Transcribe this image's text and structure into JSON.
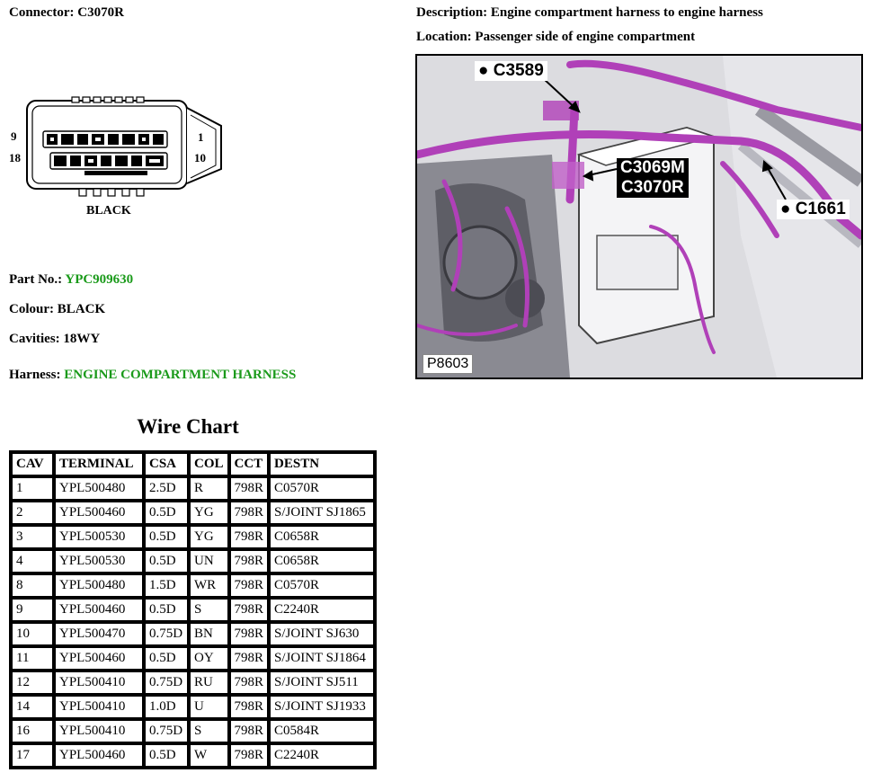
{
  "connector": {
    "label": "Connector:",
    "value": "C3070R"
  },
  "description": {
    "label": "Description:",
    "value": "Engine compartment harness to engine harness"
  },
  "location": {
    "label": "Location:",
    "value": "Passenger side of engine compartment"
  },
  "diagram": {
    "pin_9": "9",
    "pin_18": "18",
    "pin_1": "1",
    "pin_10": "10",
    "colour_text": "BLACK"
  },
  "part_no": {
    "label": "Part No.:",
    "value": "YPC909630"
  },
  "colour": {
    "label": "Colour:",
    "value": "BLACK"
  },
  "cavities": {
    "label": "Cavities:",
    "value": "18WY"
  },
  "harness": {
    "label": "Harness:",
    "value": "ENGINE COMPARTMENT HARNESS"
  },
  "photo": {
    "callout_c3589": "C3589",
    "callout_c3069m": "C3069M",
    "callout_c3070r": "C3070R",
    "callout_c1661": "C1661",
    "photo_id": "P8603"
  },
  "wire_chart": {
    "title": "Wire Chart",
    "headers": [
      "CAV",
      "TERMINAL",
      "CSA",
      "COL",
      "CCT",
      "DESTN"
    ],
    "rows": [
      [
        "1",
        "YPL500480",
        "2.5D",
        "R",
        "798R",
        "C0570R"
      ],
      [
        "2",
        "YPL500460",
        "0.5D",
        "YG",
        "798R",
        "S/JOINT SJ1865"
      ],
      [
        "3",
        "YPL500530",
        "0.5D",
        "YG",
        "798R",
        "C0658R"
      ],
      [
        "4",
        "YPL500530",
        "0.5D",
        "UN",
        "798R",
        "C0658R"
      ],
      [
        "8",
        "YPL500480",
        "1.5D",
        "WR",
        "798R",
        "C0570R"
      ],
      [
        "9",
        "YPL500460",
        "0.5D",
        "S",
        "798R",
        "C2240R"
      ],
      [
        "10",
        "YPL500470",
        "0.75D",
        "BN",
        "798R",
        "S/JOINT SJ630"
      ],
      [
        "11",
        "YPL500460",
        "0.5D",
        "OY",
        "798R",
        "S/JOINT SJ1864"
      ],
      [
        "12",
        "YPL500410",
        "0.75D",
        "RU",
        "798R",
        "S/JOINT SJ511"
      ],
      [
        "14",
        "YPL500410",
        "1.0D",
        "U",
        "798R",
        "S/JOINT SJ1933"
      ],
      [
        "16",
        "YPL500410",
        "0.75D",
        "S",
        "798R",
        "C0584R"
      ],
      [
        "17",
        "YPL500460",
        "0.5D",
        "W",
        "798R",
        "C2240R"
      ]
    ]
  },
  "colors": {
    "green_text": "#1a9a1a",
    "harness_highlight": "#b040b8"
  }
}
